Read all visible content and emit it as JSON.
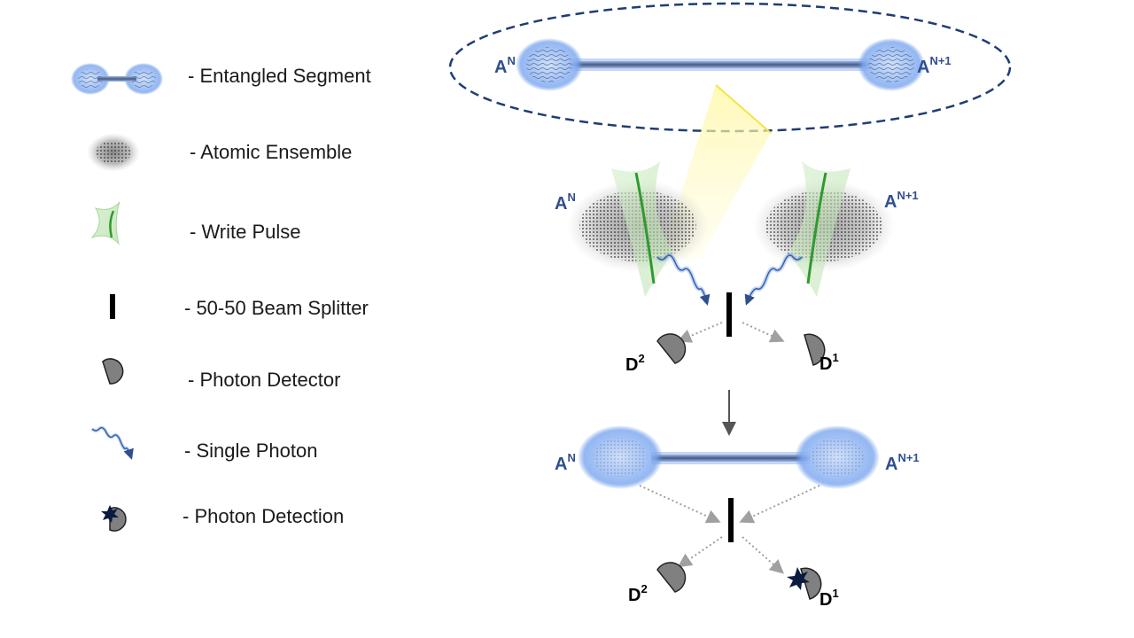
{
  "legend": {
    "items": [
      {
        "icon": "entangled-segment-icon",
        "label": "- Entangled Segment"
      },
      {
        "icon": "atomic-ensemble-icon",
        "label": "- Atomic Ensemble"
      },
      {
        "icon": "write-pulse-icon",
        "label": "- Write Pulse"
      },
      {
        "icon": "beam-splitter-icon",
        "label": "- 50-50 Beam Splitter"
      },
      {
        "icon": "photon-detector-icon",
        "label": "- Photon Detector"
      },
      {
        "icon": "single-photon-icon",
        "label": "- Single Photon"
      },
      {
        "icon": "photon-detection-icon",
        "label": "- Photon Detection"
      }
    ]
  },
  "labels": {
    "a_n_base": "A",
    "a_n_sup": "N",
    "a_n1_base": "A",
    "a_n1_sup": "N+1",
    "d1_base": "D",
    "d1_sup": "1",
    "d2_base": "D",
    "d2_sup": "2"
  },
  "colors": {
    "label_blue": "#2f4f8f",
    "glow_blue": "#5b8fe6",
    "dashed_ellipse": "#1f3d73",
    "write_pulse_green": "#3aa63a",
    "detector_gray": "#808080",
    "beam_yellow": "#fff27a"
  }
}
